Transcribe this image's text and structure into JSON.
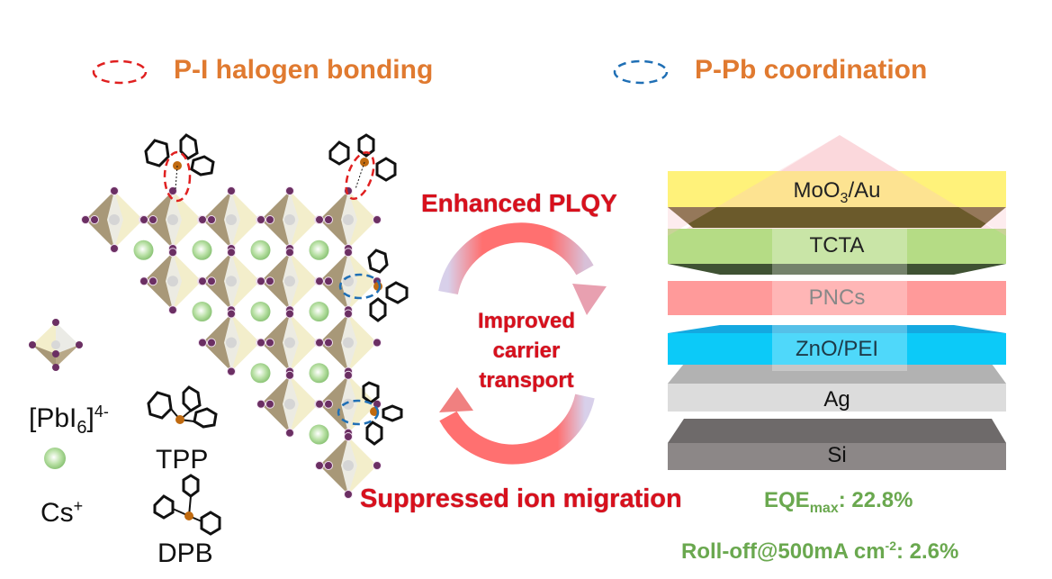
{
  "legend": {
    "halogen_bonding": {
      "label": "P-I halogen bonding",
      "marker_color": "#e02020",
      "marker": "red-dashed-ellipse"
    },
    "coordination": {
      "label": "P-Pb coordination",
      "marker_color": "#1f6fb5",
      "marker": "blue-dashed-ellipse"
    }
  },
  "structure": {
    "octahedron_label_main": "[PbI",
    "octahedron_label_sub": "6",
    "octahedron_label_end": "]",
    "octahedron_label_sup": "4-",
    "cs_label_main": "Cs",
    "cs_label_sup": "+",
    "tpp_label": "TPP",
    "dpb_label": "DPB"
  },
  "effects": {
    "top": "Enhanced PLQY",
    "middle_lines": [
      "Improved",
      "carrier",
      "transport"
    ],
    "bottom": "Suppressed ion migration"
  },
  "device_stack": {
    "layers": [
      {
        "name": "MoO3/Au",
        "main": "MoO",
        "sub": "3",
        "rest": "/Au",
        "color": "#fff27a"
      },
      {
        "name": "TCTA",
        "main": "TCTA",
        "color": "#b5dc85"
      },
      {
        "name": "PNCs",
        "main": "PNCs",
        "color": "#ff9a9a"
      },
      {
        "name": "ZnO/PEI",
        "main": "ZnO/PEI",
        "color": "#0ccaf8"
      },
      {
        "name": "Ag",
        "main": "Ag",
        "color": "#dcdcdc"
      },
      {
        "name": "Si",
        "main": "Si",
        "color": "#8c8787"
      }
    ]
  },
  "metrics": {
    "eqe_main": "EQE",
    "eqe_sub": "max",
    "eqe_value": ": 22.8%",
    "rolloff_main": "Roll-off@500mA cm",
    "rolloff_sup": "-2",
    "rolloff_value": ": 2.6%"
  },
  "colors": {
    "legend_text": "#e07a30",
    "effect_text": "#d8101c",
    "metric_text": "#6aa84f",
    "iodine": "#6b2f63",
    "cesium": "#9fd08a",
    "phosphorus": "#c06a10"
  }
}
